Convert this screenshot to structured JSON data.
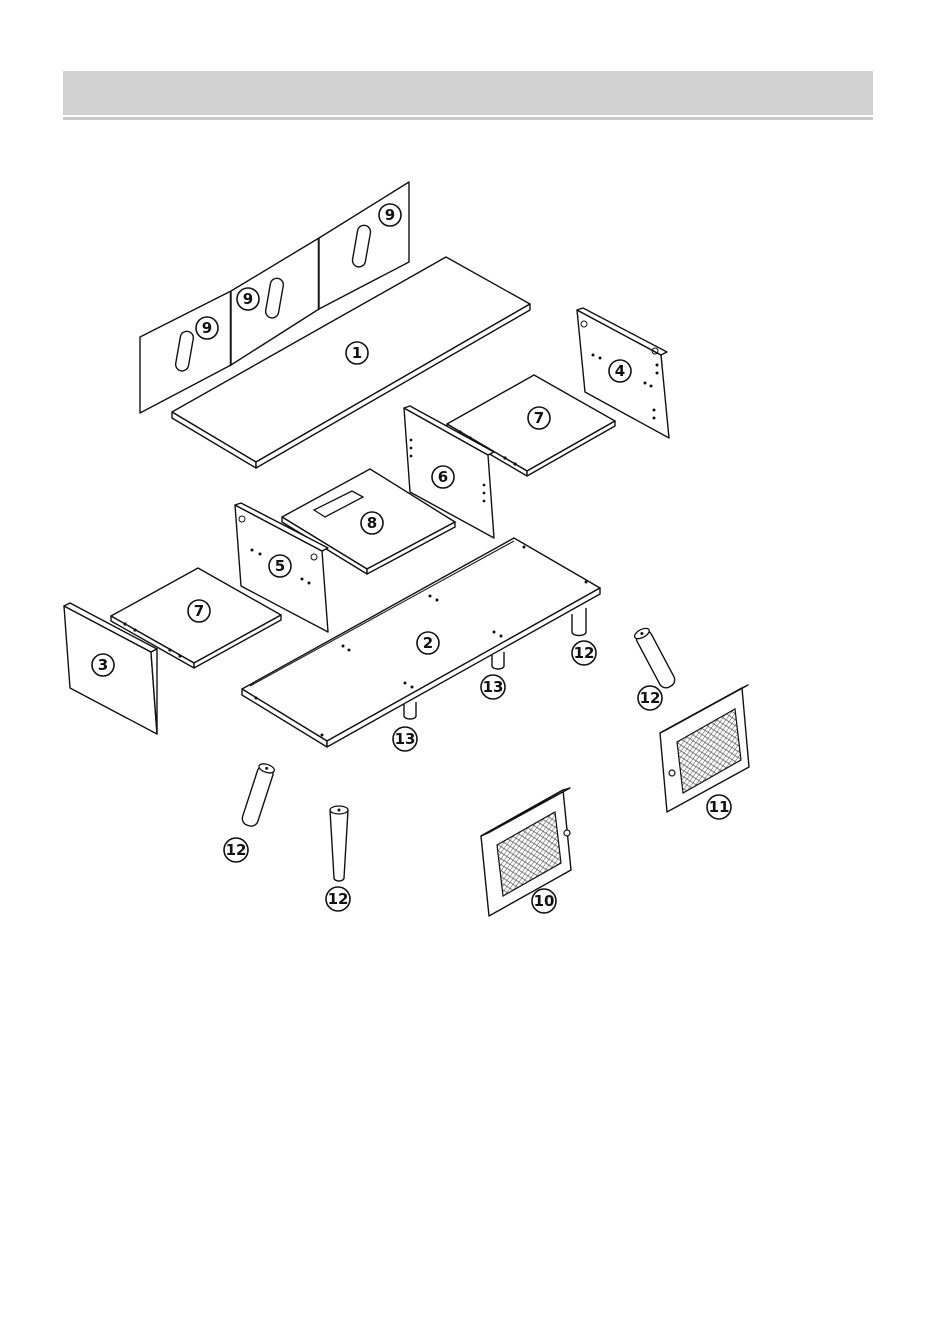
{
  "parts": [
    {
      "id": "label-1",
      "text": "1"
    },
    {
      "id": "label-2",
      "text": "2"
    },
    {
      "id": "label-3",
      "text": "3"
    },
    {
      "id": "label-4",
      "text": "4"
    },
    {
      "id": "label-5",
      "text": "5"
    },
    {
      "id": "label-6",
      "text": "6"
    },
    {
      "id": "label-7a",
      "text": "7"
    },
    {
      "id": "label-7b",
      "text": "7"
    },
    {
      "id": "label-8",
      "text": "8"
    },
    {
      "id": "label-9a",
      "text": "9"
    },
    {
      "id": "label-9b",
      "text": "9"
    },
    {
      "id": "label-9c",
      "text": "9"
    },
    {
      "id": "label-10",
      "text": "10"
    },
    {
      "id": "label-11",
      "text": "11"
    },
    {
      "id": "label-12a",
      "text": "12"
    },
    {
      "id": "label-12b",
      "text": "12"
    },
    {
      "id": "label-12c",
      "text": "12"
    },
    {
      "id": "label-12d",
      "text": "12"
    },
    {
      "id": "label-13a",
      "text": "13"
    },
    {
      "id": "label-13b",
      "text": "13"
    }
  ]
}
